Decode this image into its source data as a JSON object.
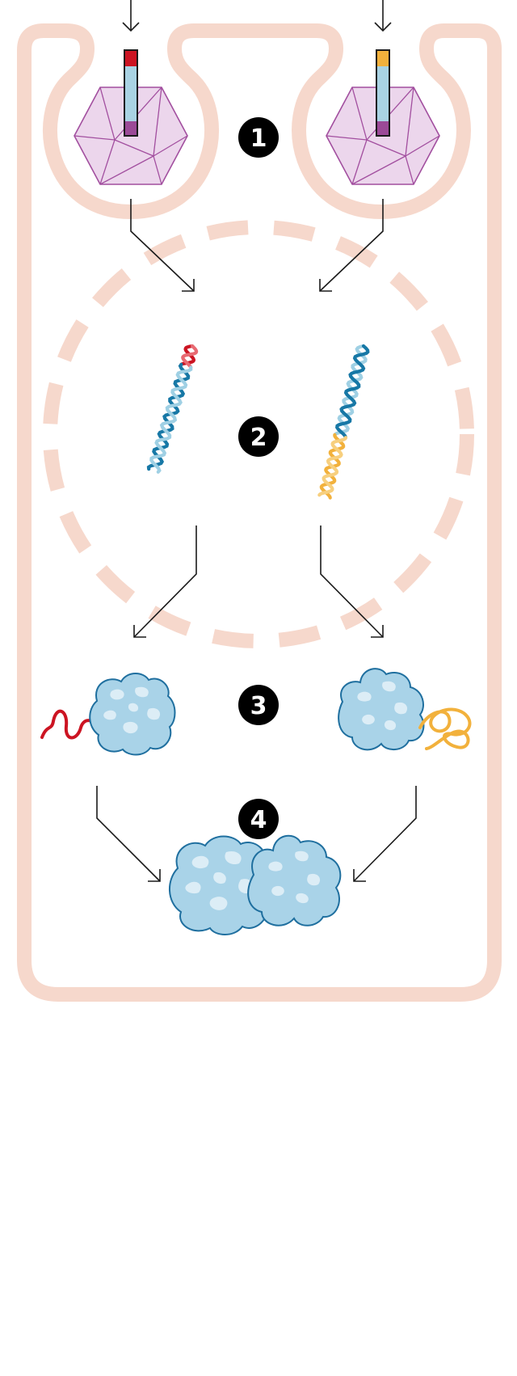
{
  "steps": [
    {
      "label": "1"
    },
    {
      "label": "2"
    },
    {
      "label": "3"
    },
    {
      "label": "4"
    }
  ],
  "colors": {
    "cell_membrane": "#f6d8cc",
    "arrow": "#1a1a1a",
    "capsid_fill": "#ecd6ec",
    "capsid_stroke": "#a24f9f",
    "vector_body": "#a9d3e3",
    "vector_cap_left": "#cc1422",
    "vector_cap_right": "#f2b13c",
    "vector_base": "#9b4a97",
    "dna_dark": "#1778a6",
    "dna_light": "#9fd0e4",
    "protein_fill": "#a9d3e8",
    "protein_stroke": "#1f6f9f",
    "protein_highlight": "#dcedf6",
    "tag_red": "#cc1422",
    "tag_yellow": "#f2b13c",
    "badge": "#000000",
    "badge_text": "#ffffff"
  },
  "icons": {
    "viral_particle": "icosahedral-capsid-icon",
    "vector_genome": "vector-genome-icon",
    "dna": "dna-helix-icon",
    "protein": "protein-blob-icon"
  }
}
